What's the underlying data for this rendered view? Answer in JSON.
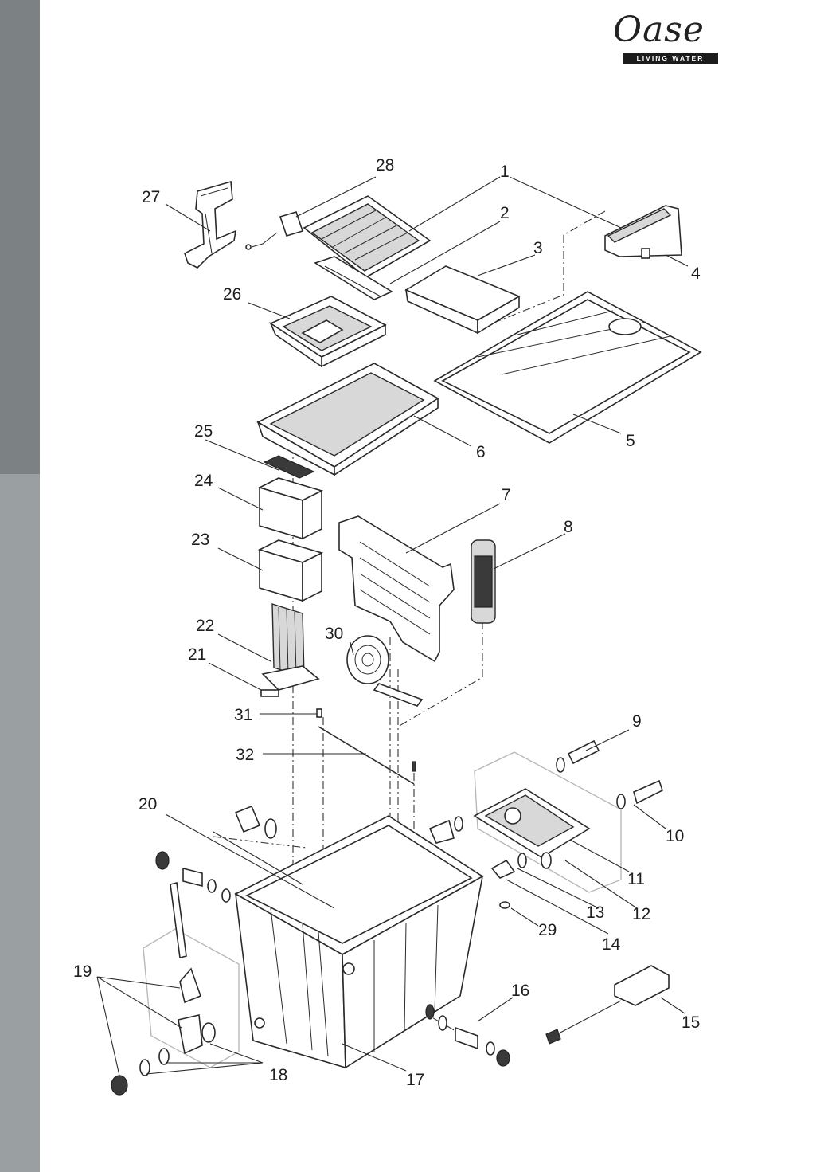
{
  "brand": {
    "name": "Oase",
    "tagline": "LIVING WATER"
  },
  "colors": {
    "sidebar_dark": "#7c8183",
    "sidebar_light": "#9a9fa1",
    "line": "#2a2a2a"
  },
  "callouts": {
    "n1": "1",
    "n2": "2",
    "n3": "3",
    "n4": "4",
    "n5": "5",
    "n6": "6",
    "n7": "7",
    "n8": "8",
    "n9": "9",
    "n10": "10",
    "n11": "11",
    "n12": "12",
    "n13": "13",
    "n14": "14",
    "n15": "15",
    "n16": "16",
    "n17": "17",
    "n18": "18",
    "n19": "19",
    "n20": "20",
    "n21": "21",
    "n22": "22",
    "n23": "23",
    "n24": "24",
    "n25": "25",
    "n26": "26",
    "n27": "27",
    "n28": "28",
    "n29": "29",
    "n30": "30",
    "n31": "31",
    "n32": "32"
  }
}
